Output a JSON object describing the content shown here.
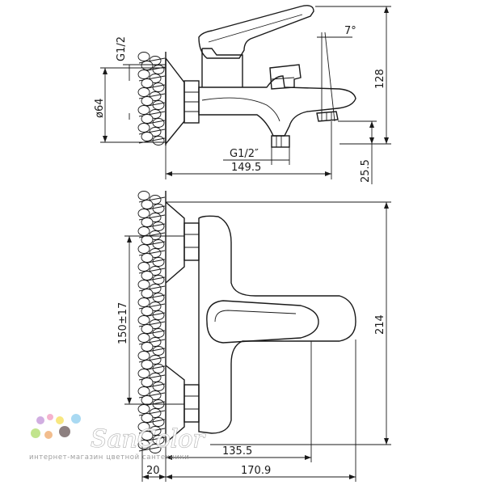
{
  "top_view": {
    "thread_inlet": "G1/2",
    "diameter": "ø64",
    "angle": "7°",
    "height": "128",
    "thread_outlet": "G1/2″",
    "spout_height": "25.5",
    "depth": "149.5"
  },
  "front_view": {
    "center_distance": "150±17",
    "total_height": "214",
    "wall_offset": "20",
    "handle_reach": "135.5",
    "total_width": "170.9"
  },
  "brand": {
    "name": "SanColor",
    "tagline": "интернет-магазин цветной сантехники",
    "dot_colors": [
      "#c9a0dc",
      "#f4a6c6",
      "#f7e36a",
      "#9bd3f0",
      "#b7e07a",
      "#f0b27a",
      "#7a6a6a"
    ]
  }
}
